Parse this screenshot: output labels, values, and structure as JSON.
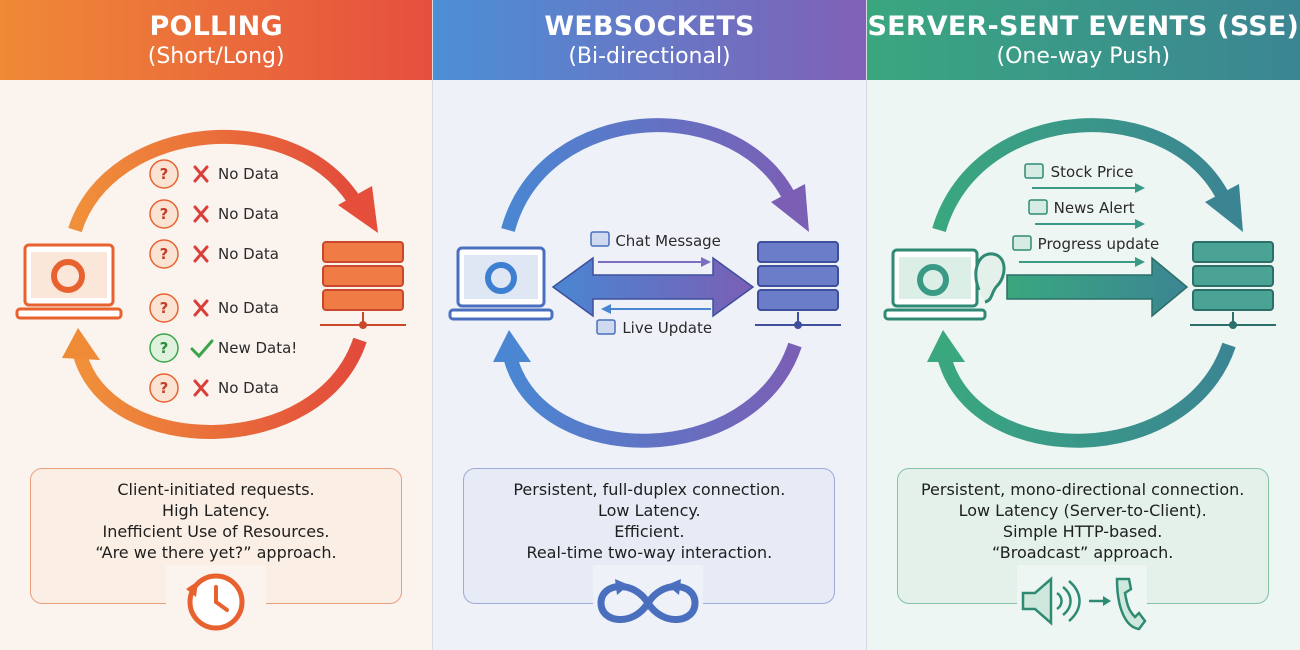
{
  "panels": {
    "polling": {
      "title": "POLLING",
      "subtitle": "(Short/Long)",
      "requests": [
        "No Data",
        "No Data",
        "No Data",
        "No Data",
        "New Data!",
        "No Data"
      ],
      "desc": [
        "Client-initiated requests.",
        "High Latency.",
        "Inefficient Use of Resources.",
        "“Are we there yet?” approach."
      ],
      "icon": "clock-refresh-icon"
    },
    "websockets": {
      "title": "WEBSOCKETS",
      "subtitle": "(Bi-directional)",
      "messages": [
        "Chat Message",
        "Live Update"
      ],
      "desc": [
        "Persistent, full-duplex connection.",
        "Low Latency.",
        "Efficient.",
        "Real-time two-way interaction."
      ],
      "icon": "infinity-arrows-icon"
    },
    "sse": {
      "title": "SERVER-SENT EVENTS (SSE)",
      "subtitle": "(One-way Push)",
      "events": [
        "Stock Price",
        "News Alert",
        "Progress update"
      ],
      "desc": [
        "Persistent, mono-directional connection.",
        "Low Latency (Server-to-Client).",
        "Simple HTTP-based.",
        "“Broadcast” approach."
      ],
      "icon": "speaker-to-phone-icon"
    }
  },
  "colors": {
    "polling": "#e8622f",
    "websockets": "#5a6fc0",
    "sse": "#3a9a86",
    "ok": "#3aa54a",
    "fail": "#d9403a"
  }
}
